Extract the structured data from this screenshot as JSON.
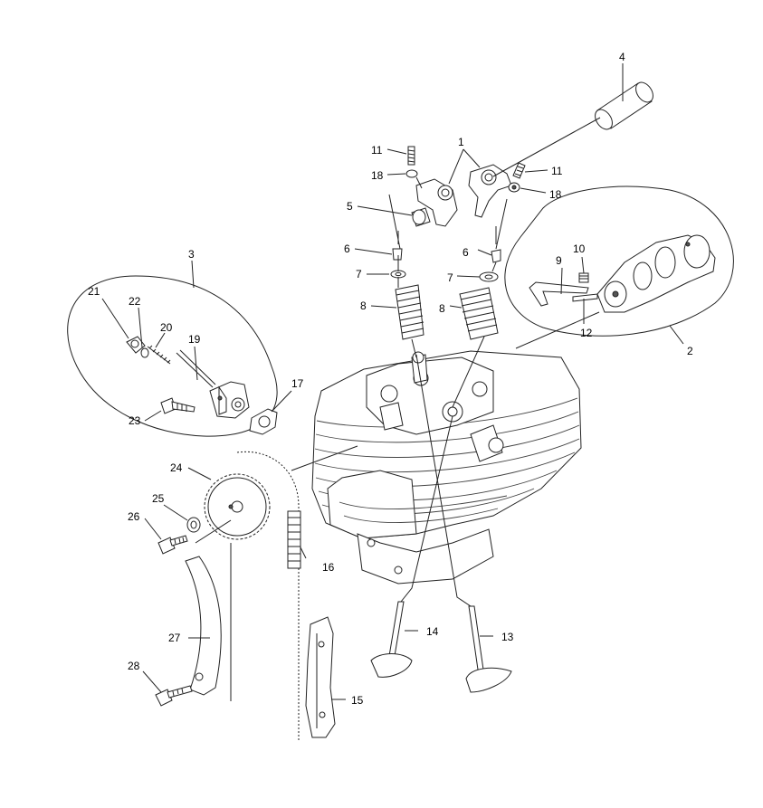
{
  "diagram": {
    "labels": {
      "p1": "1",
      "p2": "2",
      "p3": "3",
      "p4": "4",
      "p5": "5",
      "p6a": "6",
      "p6b": "6",
      "p7a": "7",
      "p7b": "7",
      "p8a": "8",
      "p8b": "8",
      "p9": "9",
      "p10": "10",
      "p11a": "11",
      "p11b": "11",
      "p12": "12",
      "p13": "13",
      "p14": "14",
      "p15": "15",
      "p16": "16",
      "p17": "17",
      "p18a": "18",
      "p18b": "18",
      "p19": "19",
      "p20": "20",
      "p21": "21",
      "p22": "22",
      "p23": "23",
      "p24": "24",
      "p25": "25",
      "p26": "26",
      "p27": "27",
      "p28": "28"
    }
  }
}
